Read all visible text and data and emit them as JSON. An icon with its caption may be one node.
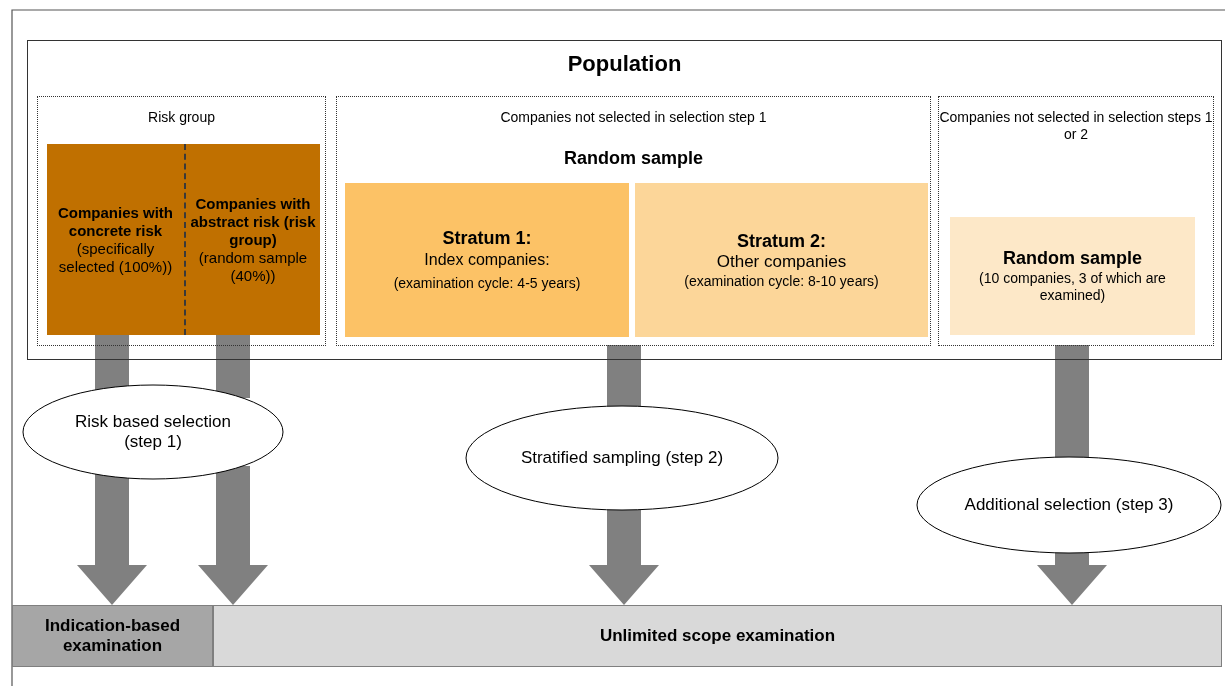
{
  "diagram": {
    "nodes": [
      {
        "text": [
          "Population"
        ]
      },
      {
        "text": [
          "Risk group"
        ],
        "in": 0
      },
      {
        "text": [
          "Companies not selected in selection step 1",
          "Random sample"
        ],
        "in": 0
      },
      {
        "text": [
          "Companies not selected in selection steps 1 or 2"
        ],
        "in": 0
      },
      {
        "text": [
          "Companies with concrete risk",
          "(specifically selected (100%))"
        ],
        "in": 1
      },
      {
        "text": [
          "Companies with abstract risk (risk group)",
          "(random sample (40%))"
        ],
        "in": 1
      },
      {
        "text": [
          "Stratum 1:",
          "Index companies:",
          "(examination cycle: 4-5 years)"
        ],
        "in": 2
      },
      {
        "text": [
          "Stratum  2:",
          "Other companies",
          "(examination cycle: 8-10 years)"
        ],
        "in": 2
      },
      {
        "text": [
          "Random sample",
          "(10 companies, 3 of which are examined)"
        ],
        "in": 3
      },
      {
        "text": [
          "Risk based selection (step 1)"
        ]
      },
      {
        "text": [
          "Stratified sampling (step 2)"
        ]
      },
      {
        "text": [
          "Additional selection (step 3)"
        ]
      },
      {
        "text": [
          "Indication-based examination"
        ]
      },
      {
        "text": [
          "Unlimited scope examination"
        ]
      }
    ],
    "edges": [
      {
        "from": 4,
        "to": 9,
        "arrow": "none"
      },
      {
        "from": 5,
        "to": 9,
        "arrow": "none"
      },
      {
        "from": 9,
        "to": 12,
        "arrow": "to"
      },
      {
        "from": 9,
        "to": 13,
        "arrow": "to"
      },
      {
        "from": 2,
        "to": 10,
        "arrow": "none"
      },
      {
        "from": 10,
        "to": 13,
        "arrow": "to"
      },
      {
        "from": 3,
        "to": 11,
        "arrow": "none"
      },
      {
        "from": 11,
        "to": 13,
        "arrow": "to"
      }
    ]
  }
}
